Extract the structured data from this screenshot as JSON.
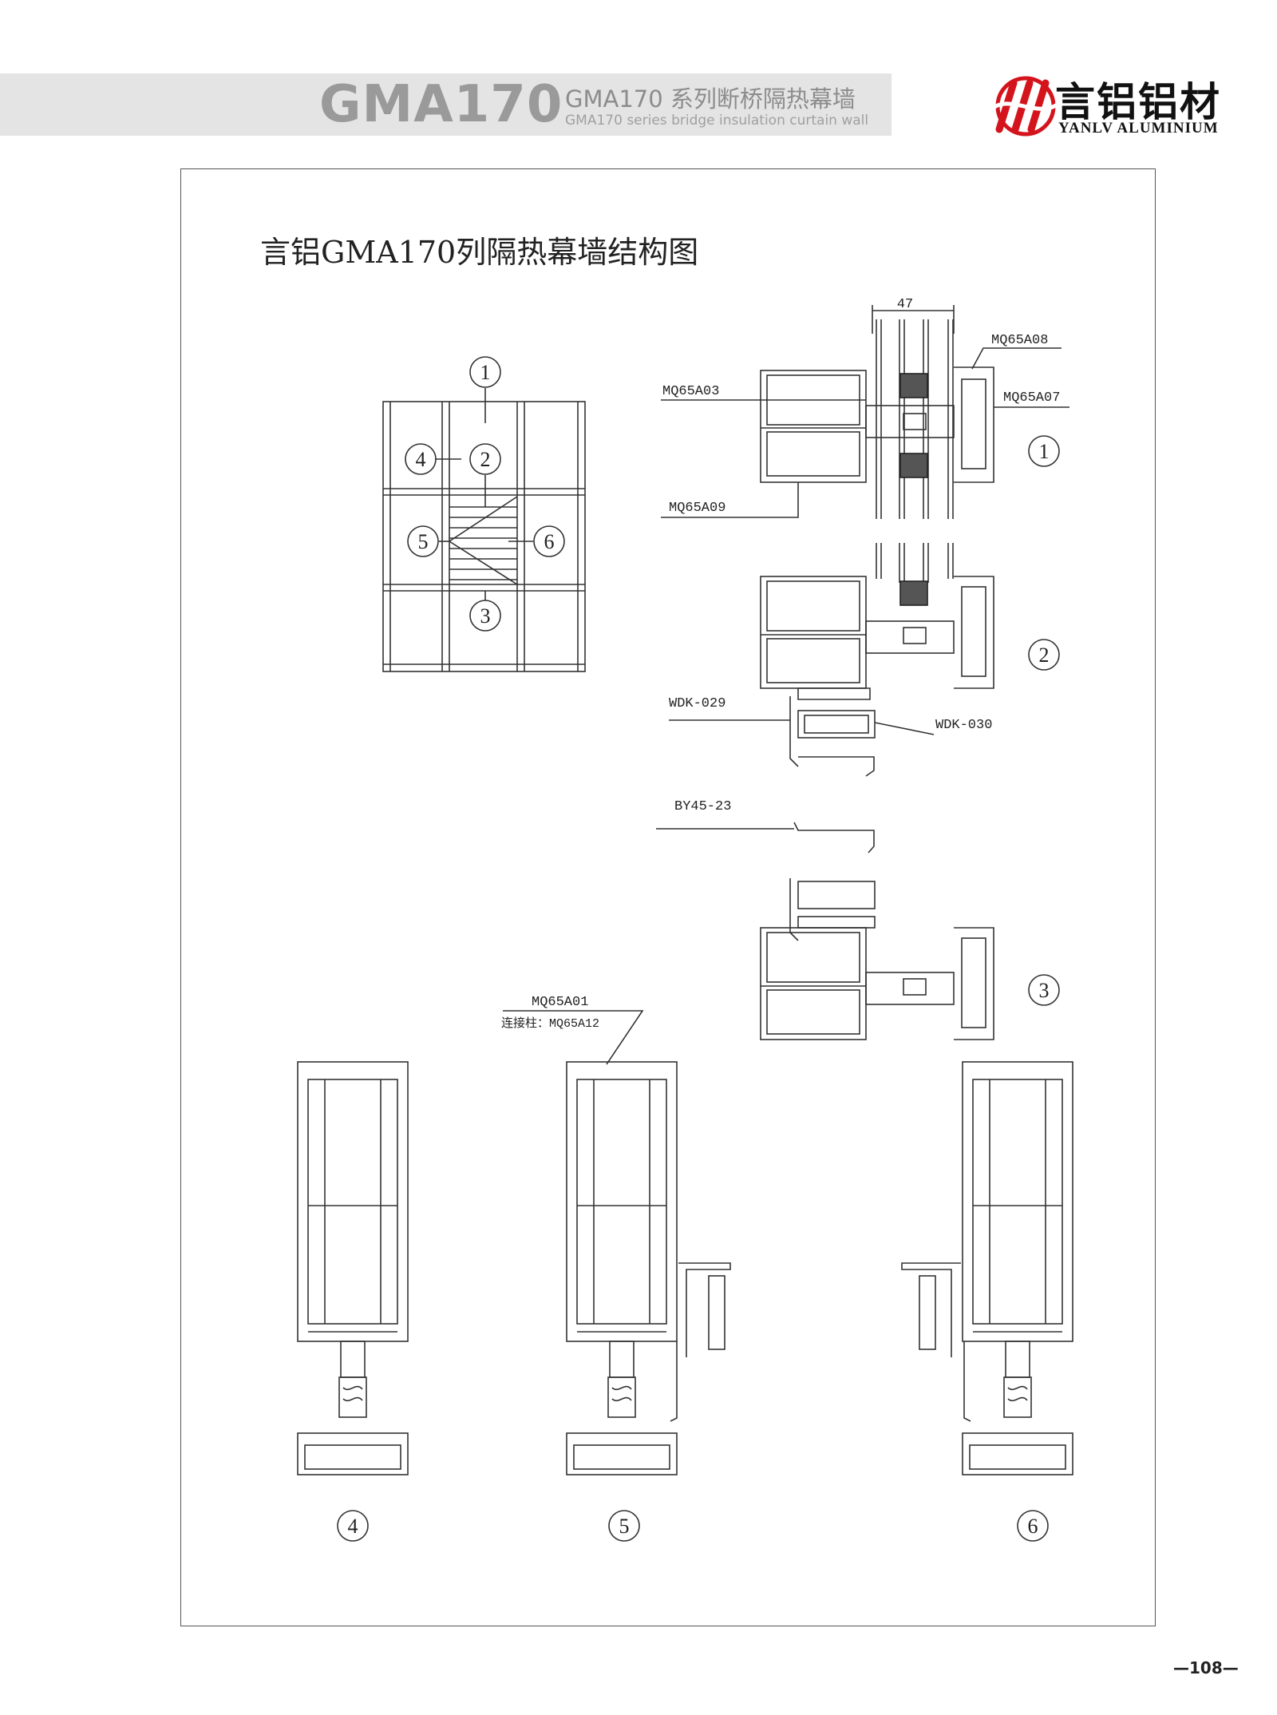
{
  "header": {
    "series_code": "GMA170",
    "series_name_cn": "GMA170 系列断桥隔热幕墙",
    "series_name_en": "GMA170 series bridge insulation curtain wall"
  },
  "brand": {
    "name_cn": "言铝铝材",
    "name_en": "YANLV  ALUMINIUM"
  },
  "drawing": {
    "title": "言铝GMA170列隔热幕墙结构图",
    "dimension_47": "47",
    "elevation_markers": [
      "1",
      "2",
      "4",
      "5",
      "6",
      "3"
    ],
    "section_markers": [
      "1",
      "2",
      "3",
      "4",
      "5",
      "6"
    ],
    "parts": {
      "mq65a08": "MQ65A08",
      "mq65a03": "MQ65A03",
      "mq65a07": "MQ65A07",
      "mq65a09": "MQ65A09",
      "wdk029": "WDK-029",
      "wdk030": "WDK-030",
      "by4523": "BY45-23",
      "mq65a01": "MQ65A01",
      "connector": "连接柱：MQ65A12"
    }
  },
  "footer": {
    "page_number": "—108—"
  },
  "colors": {
    "header_band": "#e4e4e4",
    "logo_red": "#d4141c",
    "line": "#333333"
  }
}
